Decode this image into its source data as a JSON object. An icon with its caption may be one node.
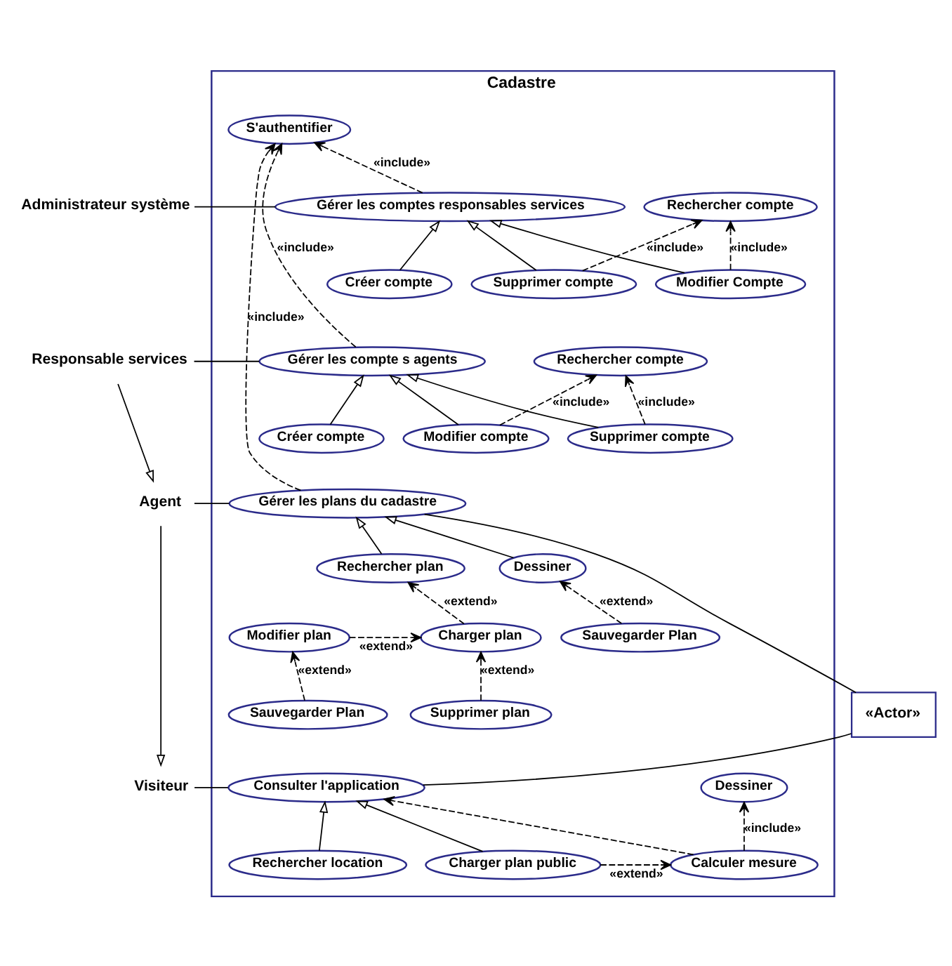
{
  "diagram": {
    "nodes": [
      {
        "text": [
          "Cadastre"
        ]
      },
      {
        "text": [
          "Administrateur système"
        ]
      },
      {
        "text": [
          "Gérer les comptes responsables services"
        ],
        "in": 0
      },
      {
        "text": [
          "Modifier Compte"
        ],
        "in": 0
      },
      {
        "text": [
          "Supprimer compte"
        ],
        "in": 0
      },
      {
        "text": [
          "Créer compte"
        ],
        "in": 0
      },
      {
        "text": [
          "Rechercher compte"
        ],
        "in": 0
      },
      {
        "text": [
          "Responsable services"
        ]
      },
      {
        "text": [
          "Gérer les compte s agents"
        ],
        "in": 0
      },
      {
        "text": [
          "S'authentifier"
        ],
        "in": 0
      },
      {
        "text": [
          "Supprimer compte"
        ],
        "in": 0
      },
      {
        "text": [
          "Modifier compte"
        ],
        "in": 0
      },
      {
        "text": [
          "Créer compte"
        ],
        "in": 0
      },
      {
        "text": [
          "Rechercher compte"
        ],
        "in": 0
      },
      {
        "text": [
          "Agent"
        ]
      },
      {
        "text": [
          "Gérer les plans du cadastre"
        ],
        "in": 0
      },
      {
        "text": [
          "Dessiner"
        ],
        "in": 0
      },
      {
        "text": [
          "Rechercher plan"
        ],
        "in": 0
      },
      {
        "text": [
          "Sauvegarder Plan"
        ],
        "in": 0
      },
      {
        "text": [
          "Charger plan"
        ],
        "in": 0
      },
      {
        "text": [
          "Modifier plan"
        ],
        "in": 0
      },
      {
        "text": [
          "Supprimer plan"
        ],
        "in": 0
      },
      {
        "text": [
          "Sauvegarder Plan"
        ],
        "in": 0
      },
      {
        "text": [
          "«Actor»"
        ]
      },
      {
        "text": [
          "Visiteur"
        ]
      },
      {
        "text": [
          "Consulter l'application"
        ],
        "in": 0
      },
      {
        "text": [
          "Rechercher location"
        ],
        "in": 0
      },
      {
        "text": [
          "Calculer mesure"
        ],
        "in": 0
      },
      {
        "text": [
          "Charger plan public"
        ],
        "in": 0
      },
      {
        "text": [
          "Dessiner"
        ],
        "in": 0
      }
    ],
    "edges": [
      {
        "from": 1,
        "to": 2,
        "arrow": "none"
      },
      {
        "from": 3,
        "to": 2,
        "arrow": "to"
      },
      {
        "from": 4,
        "to": 2,
        "arrow": "to"
      },
      {
        "from": 5,
        "to": 2,
        "arrow": "to"
      },
      {
        "from": 3,
        "to": 6,
        "arrow": "to",
        "label": "«include»",
        "style": "dashed"
      },
      {
        "from": 4,
        "to": 6,
        "arrow": "to",
        "label": "«include»",
        "style": "dashed"
      },
      {
        "from": 2,
        "to": 9,
        "arrow": "to",
        "label": "«include»",
        "style": "dashed"
      },
      {
        "from": 7,
        "to": 8,
        "arrow": "none"
      },
      {
        "from": 8,
        "to": 9,
        "arrow": "to",
        "label": "«include»",
        "style": "dashed"
      },
      {
        "from": 10,
        "to": 8,
        "arrow": "to"
      },
      {
        "from": 11,
        "to": 8,
        "arrow": "to"
      },
      {
        "from": 12,
        "to": 8,
        "arrow": "to"
      },
      {
        "from": 10,
        "to": 13,
        "arrow": "to",
        "label": "«include»",
        "style": "dashed"
      },
      {
        "from": 11,
        "to": 13,
        "arrow": "to",
        "label": "«include»",
        "style": "dashed"
      },
      {
        "from": 7,
        "to": 14,
        "arrow": "to"
      },
      {
        "from": 14,
        "to": 15,
        "arrow": "none"
      },
      {
        "from": 15,
        "to": 9,
        "arrow": "to",
        "label": "«include»",
        "style": "dashed"
      },
      {
        "from": 16,
        "to": 15,
        "arrow": "to"
      },
      {
        "from": 17,
        "to": 15,
        "arrow": "to"
      },
      {
        "from": 18,
        "to": 16,
        "arrow": "to",
        "label": "«extend»",
        "style": "dashed"
      },
      {
        "from": 19,
        "to": 17,
        "arrow": "to",
        "label": "«extend»",
        "style": "dashed"
      },
      {
        "from": 20,
        "to": 19,
        "arrow": "to",
        "label": "«extend»",
        "style": "dashed"
      },
      {
        "from": 21,
        "to": 19,
        "arrow": "to",
        "label": "«extend»",
        "style": "dashed"
      },
      {
        "from": 22,
        "to": 20,
        "arrow": "to",
        "label": "«extend»",
        "style": "dashed"
      },
      {
        "from": 23,
        "to": 15,
        "arrow": "none"
      },
      {
        "from": 14,
        "to": 24,
        "arrow": "to"
      },
      {
        "from": 24,
        "to": 25,
        "arrow": "none"
      },
      {
        "from": 25,
        "to": 23,
        "arrow": "none"
      },
      {
        "from": 26,
        "to": 25,
        "arrow": "to"
      },
      {
        "from": 27,
        "to": 25,
        "arrow": "to",
        "style": "dashed"
      },
      {
        "from": 28,
        "to": 25,
        "arrow": "to"
      },
      {
        "from": 28,
        "to": 27,
        "arrow": "to",
        "label": "«extend»",
        "style": "dashed"
      },
      {
        "from": 27,
        "to": 29,
        "arrow": "to",
        "label": "«include»",
        "style": "dashed"
      }
    ]
  }
}
